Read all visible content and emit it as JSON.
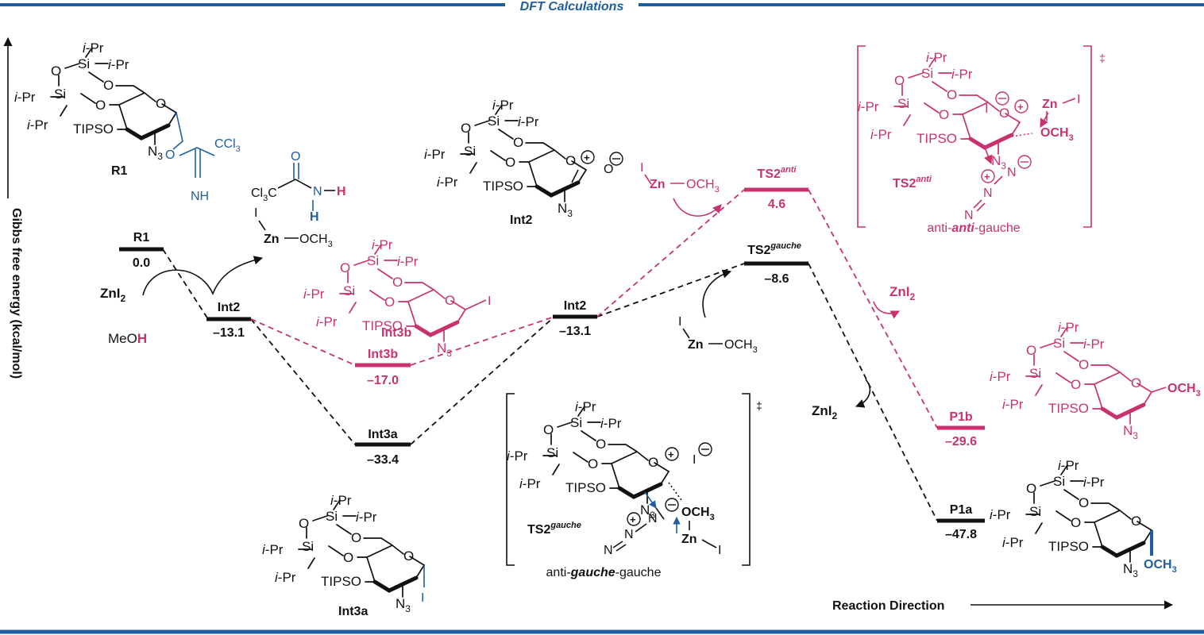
{
  "header": {
    "title": "DFT Calculations"
  },
  "axes": {
    "y_label": "Gibbs free energy (kcal/mol)",
    "x_label": "Reaction Direction"
  },
  "colors": {
    "black": "#111111",
    "magenta": "#c8336f",
    "blue": "#1f5fa0",
    "rule": "#1f5fa0"
  },
  "levels": {
    "R1": {
      "label": "R1",
      "energy": "0.0"
    },
    "Int2a": {
      "label": "Int2",
      "energy": "–13.1"
    },
    "Int3b": {
      "label": "Int3b",
      "energy": "–17.0"
    },
    "Int3a": {
      "label": "Int3a",
      "energy": "–33.4"
    },
    "Int2b": {
      "label": "Int2",
      "energy": "–13.1"
    },
    "TS2anti": {
      "label": "TS2",
      "sup": "anti",
      "energy": "4.6"
    },
    "TS2gauche": {
      "label": "TS2",
      "sup": "gauche",
      "energy": "–8.6"
    },
    "P1b": {
      "label": "P1b",
      "energy": "–29.6"
    },
    "P1a": {
      "label": "P1a",
      "energy": "–47.8"
    }
  },
  "reagents": {
    "zni2": "ZnI",
    "zni2_sub": "2",
    "meoh_me": "MeO",
    "meoh_h": "H",
    "zn": "Zn",
    "i": "I",
    "och3": "OCH",
    "och3_sub": "3",
    "amide_cl3c": "Cl",
    "amide_sub3": "3",
    "amide_c": "C",
    "amide_o": "O",
    "amide_n": "N",
    "amide_h": "H"
  },
  "molecule_text": {
    "ipr_i": "i",
    "ipr_pr": "-Pr",
    "si": "Si",
    "o": "O",
    "tipso": "TIPSO",
    "n3": "N",
    "n3_sub": "3",
    "nh": "NH",
    "ccl3": "CCl",
    "n": "N",
    "plus": "⊕",
    "minus": "⊖",
    "dagger": "‡"
  },
  "structures": {
    "R1": "R1",
    "Int2": "Int2",
    "Int3b": "Int3b",
    "Int3a": "Int3a",
    "TS2anti_label": "TS2",
    "TS2anti_sup": "anti",
    "TS2anti_caption_pre": "anti-",
    "TS2anti_caption_bold": "anti",
    "TS2anti_caption_post": "-gauche",
    "TS2gauche_label": "TS2",
    "TS2gauche_sup": "gauche",
    "TS2gauche_caption_pre": "anti-",
    "TS2gauche_caption_bold": "gauche",
    "TS2gauche_caption_post": "-gauche"
  }
}
